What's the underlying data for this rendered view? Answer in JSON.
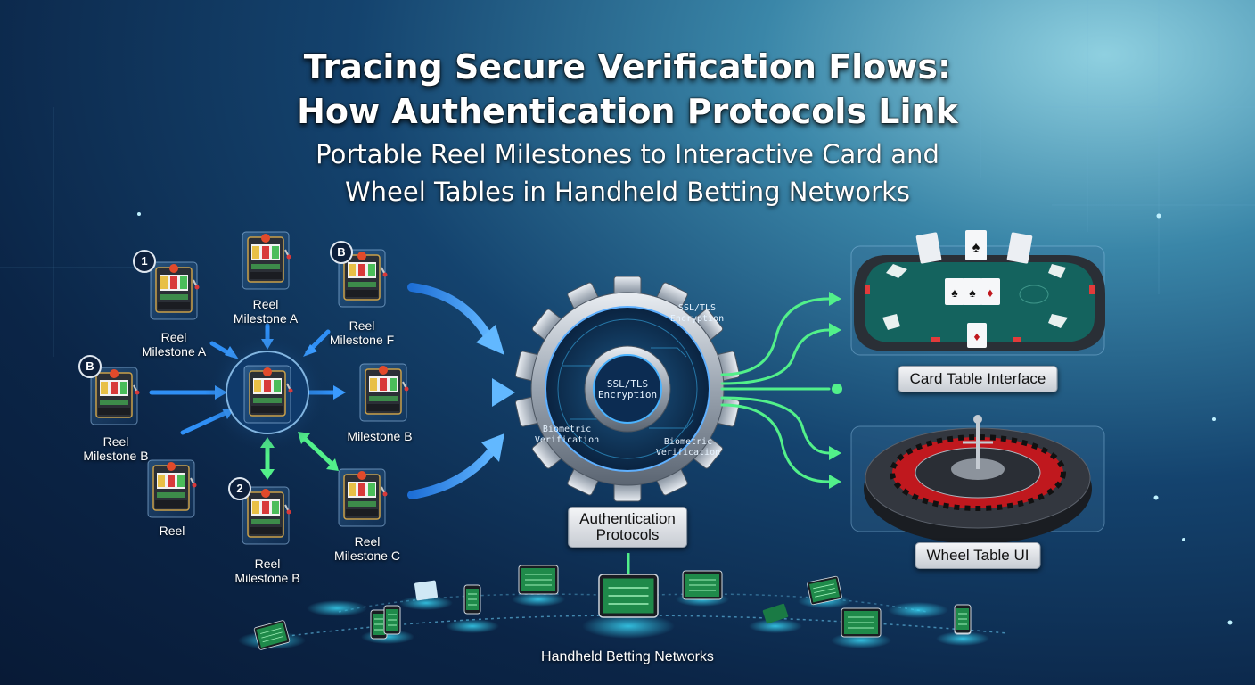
{
  "title": {
    "line1": "Tracing Secure Verification Flows:",
    "line2": "How Authentication Protocols Link",
    "line3": "Portable Reel Milestones to Interactive Card and",
    "line4": "Wheel Tables in Handheld Betting Networks"
  },
  "reels": {
    "badge_1": "1",
    "badge_b_top": "B",
    "badge_b_left": "B",
    "badge_2": "2",
    "reel_milestone_a_left": [
      "Reel",
      "Milestone A"
    ],
    "reel_milestone_a_top": [
      "Reel",
      "Milestone A"
    ],
    "reel_milestone_f": [
      "Reel",
      "Milestone F"
    ],
    "reel_milestone_b_left": [
      "Reel",
      "Milestone B"
    ],
    "milestone_b_right": "Milestone B",
    "reel_bottom_left": "Reel",
    "reel_milestone_b_bottom": [
      "Reel",
      "Milestone B"
    ],
    "reel_milestone_c": [
      "Reel",
      "Milestone C"
    ]
  },
  "gear": {
    "ssl_outer": [
      "SSL/TLS",
      "Encryption"
    ],
    "ssl_center": [
      "SSL/TLS",
      "Encryption"
    ],
    "biometric_left": [
      "Biometric",
      "Verification"
    ],
    "biometric_right": [
      "Biometric",
      "Verification"
    ],
    "plate": [
      "Authentication",
      "Protocols"
    ]
  },
  "tables": {
    "card_label": "Card Table Interface",
    "wheel_label": "Wheel Table UI"
  },
  "network": {
    "label": "Handheld Betting Networks"
  },
  "colors": {
    "blue_arrow": "#2f8ff5",
    "green_flow": "#52f08a",
    "felt": "#14635e",
    "roulette_red": "#c0181e"
  }
}
